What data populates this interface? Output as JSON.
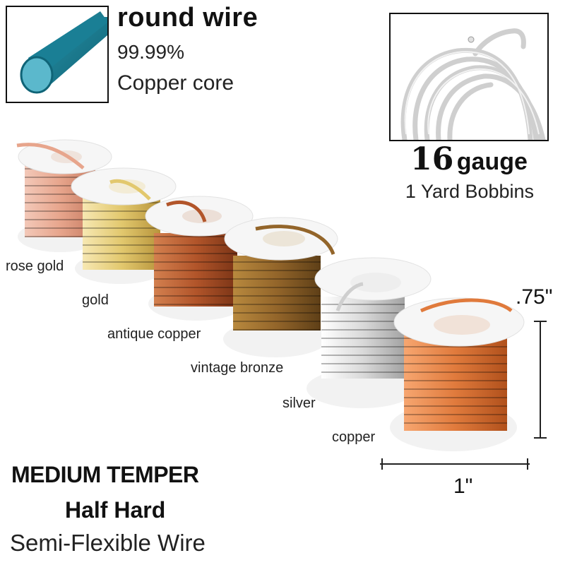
{
  "header": {
    "title": "round wire",
    "purity": "99.99%",
    "core": "Copper core"
  },
  "gauge": {
    "number": "16",
    "unit": "gauge",
    "bobbins": "1 Yard Bobbins"
  },
  "finishes": [
    "rose gold",
    "gold",
    "antique copper",
    "vintage bronze",
    "silver",
    "copper"
  ],
  "colors": {
    "wire_cross_section": "#1a7f95",
    "wire_face": "#5bb8cc",
    "rose_gold": "#e7a58c",
    "gold": "#e2c86e",
    "antique_copper": "#b2552a",
    "vintage_bronze": "#93652a",
    "silver": "#d9d9d9",
    "copper": "#e07a3c"
  },
  "temper": {
    "line1": "MEDIUM TEMPER",
    "line2": "Half Hard",
    "line3": "Semi-Flexible Wire"
  },
  "dimensions": {
    "width": "1\"",
    "height": ".75\""
  }
}
